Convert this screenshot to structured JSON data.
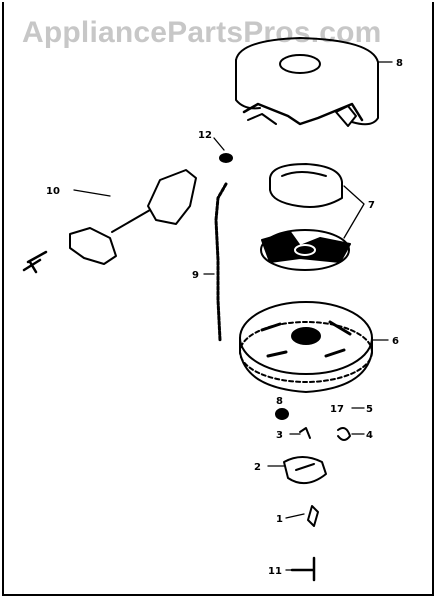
{
  "watermark": {
    "text": "AppliancePartsPros.com"
  },
  "callouts": {
    "c1": "1",
    "c2": "2",
    "c3": "3",
    "c4": "4",
    "c5": "5",
    "c6": "6",
    "c7": "7",
    "c8": "8",
    "c9": "9",
    "c10": "10",
    "c11": "11",
    "c12": "12",
    "c17": "17"
  },
  "colors": {
    "ink": "#000000",
    "watermark": "#c7c7c7",
    "paper": "#ffffff"
  }
}
